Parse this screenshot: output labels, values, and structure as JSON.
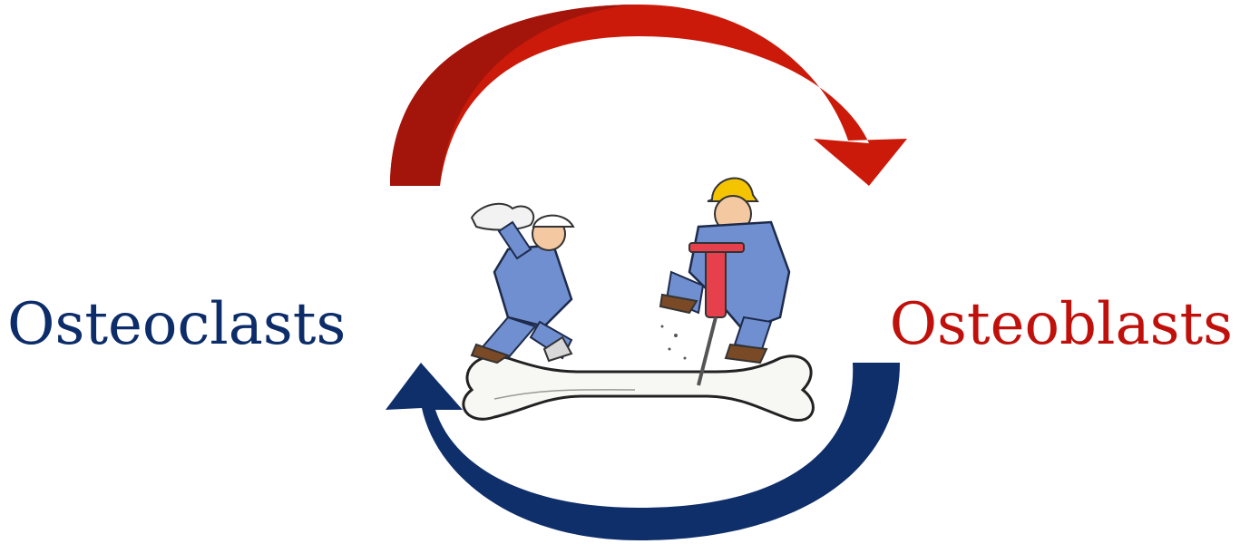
{
  "diagram": {
    "left_label": "Osteoclasts",
    "right_label": "Osteoblasts",
    "colors": {
      "osteoclasts": "#0c2d69",
      "osteoblasts": "#c0100c",
      "arrow_top": "#cc1a0a",
      "arrow_top_dark": "#a3150a",
      "arrow_bottom": "#0f2f6b",
      "bone_fill": "#f7f7f3",
      "bone_outline": "#222222",
      "shirt": "#6f8fd0",
      "hard_hat": "#f5c400",
      "jackhammer": "#e5404c"
    },
    "icons": {
      "top_arrow": "clockwise-arrow-icon",
      "bottom_arrow": "counterclockwise-arrow-icon",
      "illustration": "workers-on-bone-illustration"
    }
  }
}
